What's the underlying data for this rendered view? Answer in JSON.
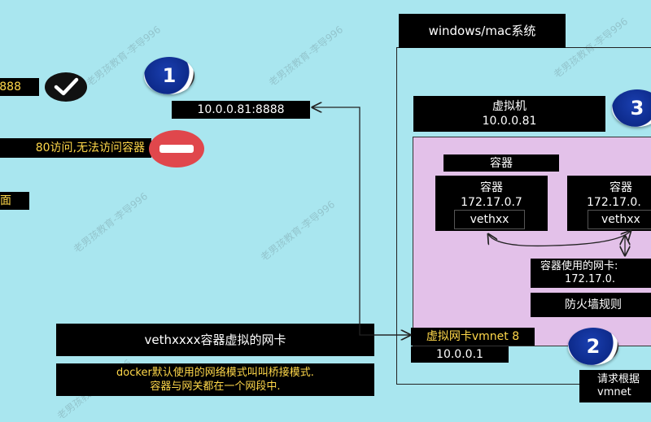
{
  "labels": {
    "port_8888": "888",
    "host_addr": "10.0.0.81:8888",
    "access_fail": "80访问,无法访问容器",
    "left_partial": "面",
    "os_title": "windows/mac系统",
    "vm_title": "虚拟机",
    "vm_ip": "10.0.0.81",
    "containers_title": "容器",
    "container1_name": "容器",
    "container1_ip": "172.17.0.7",
    "container1_veth": "vethxx",
    "container2_name": "容器",
    "container2_ip": "172.17.0.",
    "container2_veth": "vethxx",
    "bridge_line1": "容器使用的网卡:",
    "bridge_line2": "172.17.0.",
    "firewall": "防火墙规则",
    "vmnet_label": "虚拟网卡vmnet 8",
    "vmnet_ip": "10.0.0.1",
    "veth_desc": "vethxxxx容器虚拟的网卡",
    "docker_desc_line1": "docker默认使用的网络模式叫叫桥接模式.",
    "docker_desc_line2": "容器与网关都在一个网段中.",
    "request_line1": "请求根据",
    "request_line2": "vmnet"
  },
  "badges": {
    "b1": "1",
    "b2": "2",
    "b3": "3"
  },
  "watermark": "老男孩教育-李导996",
  "colors": {
    "background": "#a9e6ef",
    "vm_panel": "#e3c1e9",
    "box": "#000000",
    "yellow_text": "#ffd84a",
    "check": "#111111",
    "stop": "#e0474c"
  }
}
